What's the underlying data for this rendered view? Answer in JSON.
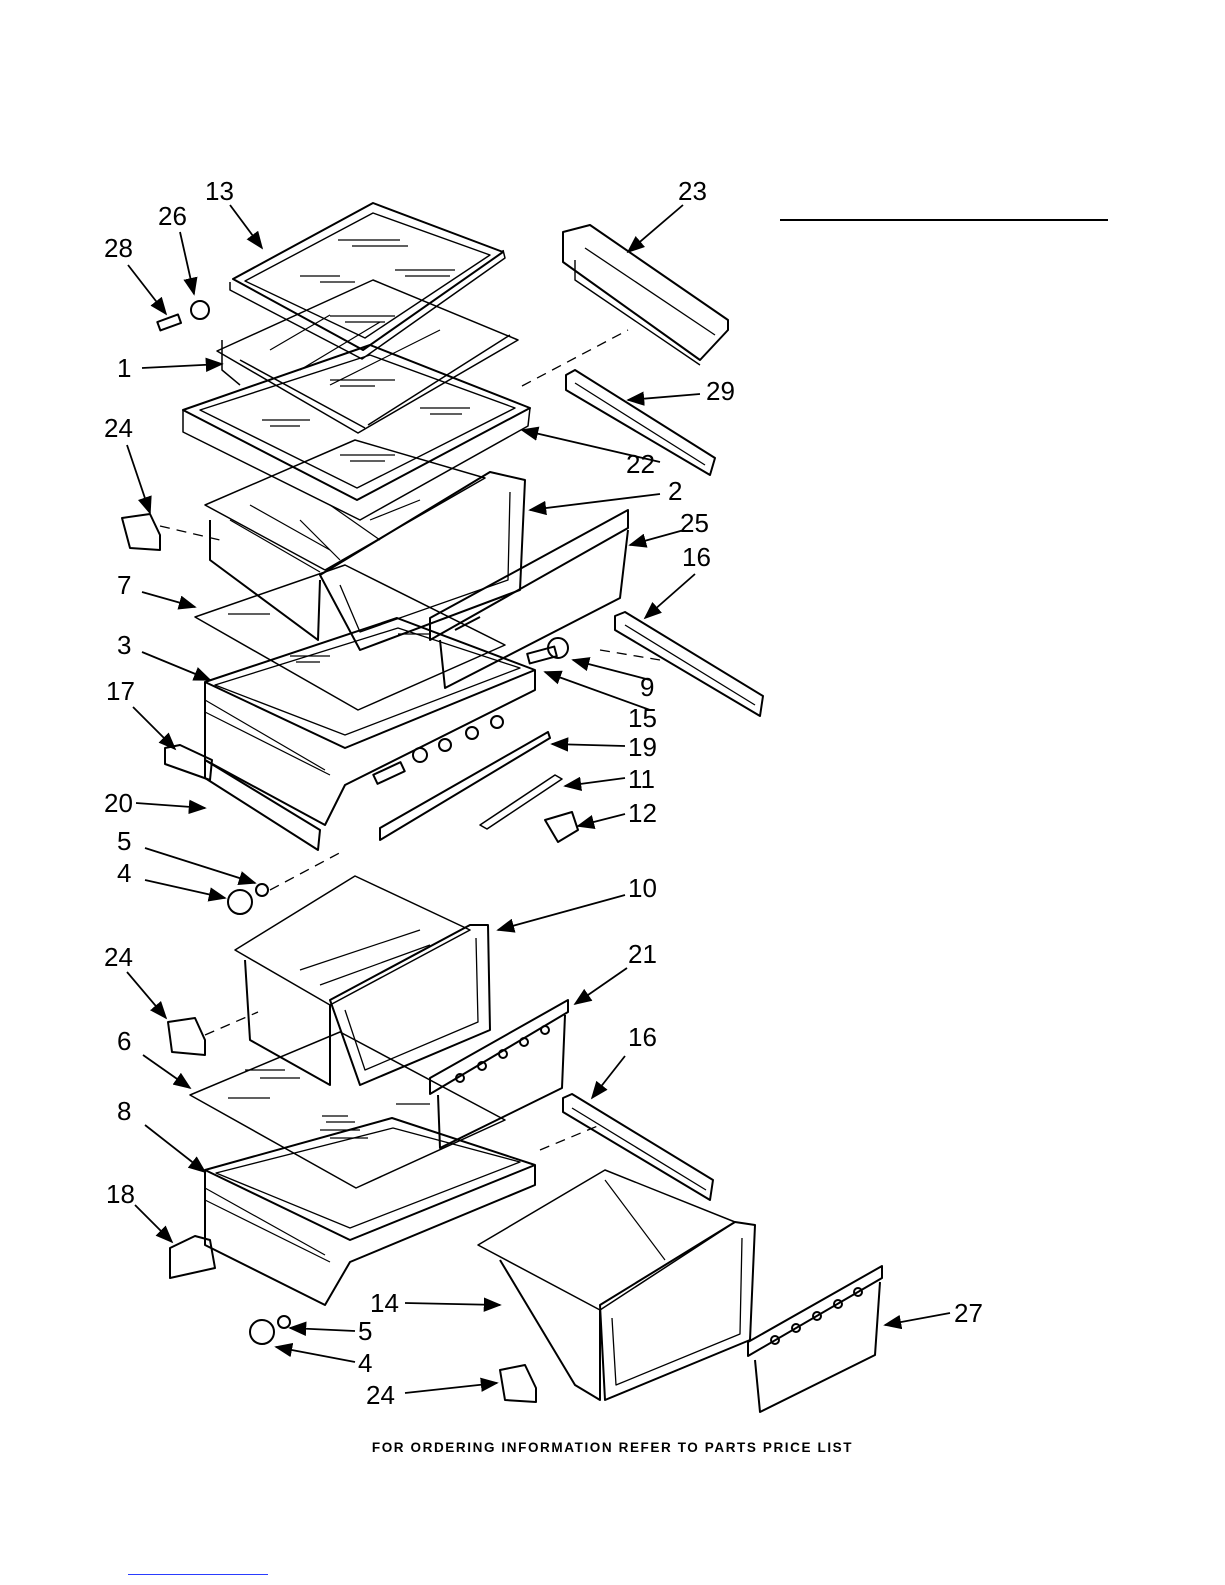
{
  "footer_note": "FOR ORDERING INFORMATION REFER TO PARTS PRICE LIST",
  "callouts": [
    {
      "id": "13",
      "label": "13"
    },
    {
      "id": "26",
      "label": "26"
    },
    {
      "id": "28",
      "label": "28"
    },
    {
      "id": "23",
      "label": "23"
    },
    {
      "id": "1",
      "label": "1"
    },
    {
      "id": "29",
      "label": "29"
    },
    {
      "id": "24a",
      "label": "24"
    },
    {
      "id": "22",
      "label": "22"
    },
    {
      "id": "2",
      "label": "2"
    },
    {
      "id": "25",
      "label": "25"
    },
    {
      "id": "16a",
      "label": "16"
    },
    {
      "id": "7",
      "label": "7"
    },
    {
      "id": "3",
      "label": "3"
    },
    {
      "id": "9",
      "label": "9"
    },
    {
      "id": "17",
      "label": "17"
    },
    {
      "id": "15",
      "label": "15"
    },
    {
      "id": "19",
      "label": "19"
    },
    {
      "id": "11",
      "label": "11"
    },
    {
      "id": "20",
      "label": "20"
    },
    {
      "id": "12",
      "label": "12"
    },
    {
      "id": "5a",
      "label": "5"
    },
    {
      "id": "4a",
      "label": "4"
    },
    {
      "id": "10",
      "label": "10"
    },
    {
      "id": "24b",
      "label": "24"
    },
    {
      "id": "21",
      "label": "21"
    },
    {
      "id": "6",
      "label": "6"
    },
    {
      "id": "16b",
      "label": "16"
    },
    {
      "id": "8",
      "label": "8"
    },
    {
      "id": "18",
      "label": "18"
    },
    {
      "id": "14",
      "label": "14"
    },
    {
      "id": "27",
      "label": "27"
    },
    {
      "id": "5b",
      "label": "5"
    },
    {
      "id": "4b",
      "label": "4"
    },
    {
      "id": "24c",
      "label": "24"
    }
  ]
}
